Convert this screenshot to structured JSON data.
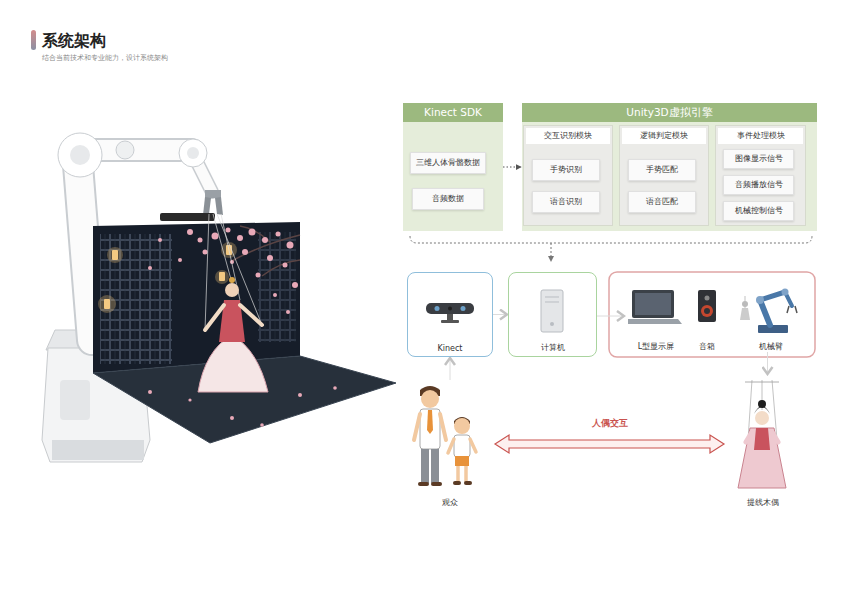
{
  "diagram": {
    "title": "系统架构",
    "nodes": [
      {
        "text": [
          "Kinect SDK"
        ]
      },
      {
        "text": [
          "三维人体骨骼数据"
        ],
        "in": 0
      },
      {
        "text": [
          "音频数据"
        ],
        "in": 0
      },
      {
        "text": [
          "Unity3D虚拟引擎"
        ]
      },
      {
        "text": [
          "交互识别模块"
        ],
        "in": 3
      },
      {
        "text": [
          "手势识别"
        ],
        "in": 4
      },
      {
        "text": [
          "语音识别"
        ],
        "in": 4
      },
      {
        "text": [
          "逻辑判定模块"
        ],
        "in": 3
      },
      {
        "text": [
          "手势匹配"
        ],
        "in": 7
      },
      {
        "text": [
          "语音匹配"
        ],
        "in": 7
      },
      {
        "text": [
          "事件处理模块"
        ],
        "in": 3
      },
      {
        "text": [
          "图像显示信号"
        ],
        "in": 10
      },
      {
        "text": [
          "音频播放信号"
        ],
        "in": 10
      },
      {
        "text": [
          "机械控制信号"
        ],
        "in": 10
      },
      {
        "text": [
          "Kinect"
        ]
      },
      {
        "text": [
          "计算机"
        ]
      },
      {
        "text": [
          "L型显示屏"
        ]
      },
      {
        "text": [
          "音箱"
        ]
      },
      {
        "text": [
          "机械臂"
        ]
      },
      {
        "text": [
          "观众"
        ]
      },
      {
        "text": [
          "提线木偶"
        ]
      }
    ],
    "edges": [
      {
        "from": 0,
        "to": 3,
        "arrow": "to"
      },
      {
        "from": 4,
        "to": 7,
        "arrow": "to"
      },
      {
        "from": 7,
        "to": 10,
        "arrow": "to"
      },
      {
        "from": 14,
        "to": 15,
        "arrow": "to"
      },
      {
        "from": 15,
        "to": 16,
        "arrow": "to"
      },
      {
        "from": 19,
        "to": 14,
        "arrow": "to"
      },
      {
        "from": 18,
        "to": 20,
        "arrow": "to"
      },
      {
        "from": 19,
        "to": 20,
        "label": "人偶交互",
        "arrow": "both"
      }
    ],
    "labels": [
      "结合当前技术和专业能力，设计系统架构"
    ]
  }
}
